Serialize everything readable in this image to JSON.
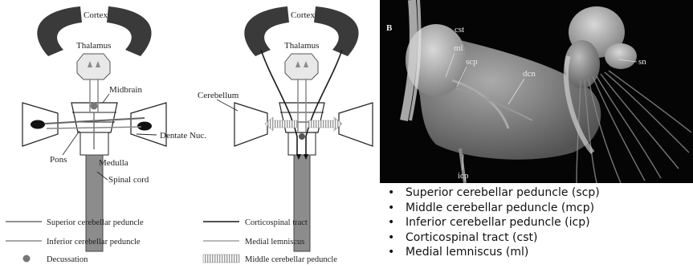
{
  "left_panel": {
    "cortex": "Cortex",
    "thalamus": "Thalamus",
    "midbrain": "Midbrain",
    "dentate": "Dentate Nuc.",
    "pons": "Pons",
    "medulla": "Medulla",
    "spinal": "Spinal cord"
  },
  "middle_panel": {
    "cortex": "Cortex",
    "thalamus": "Thalamus",
    "cerebellum": "Cerebellum"
  },
  "legend": {
    "scp": "Superior cerebellar peduncle",
    "icp": "Inferior cerebellar peduncle",
    "decussation": "Decussation",
    "cst": "Corticospinal tract",
    "ml": "Medial lemniscus",
    "mcp": "Middle cerebellar peduncle"
  },
  "photo": {
    "panel_letter": "B",
    "labels": {
      "cst": "cst",
      "ml": "ml",
      "scp": "scp",
      "dcn": "dcn",
      "icp": "icp",
      "sn": "sn"
    }
  },
  "bullets": [
    "Superior cerebellar peduncle (scp)",
    "Middle cerebellar peduncle (mcp)",
    "Inferior cerebellar peduncle (icp)",
    "Corticospinal tract (cst)",
    "Medial lemniscus (ml)"
  ],
  "colors": {
    "structure_fill": "#3a3a3a",
    "tract_dark": "#1a1a1a",
    "tract_gray": "#8a8a8a",
    "photo_bg": "#050505"
  }
}
